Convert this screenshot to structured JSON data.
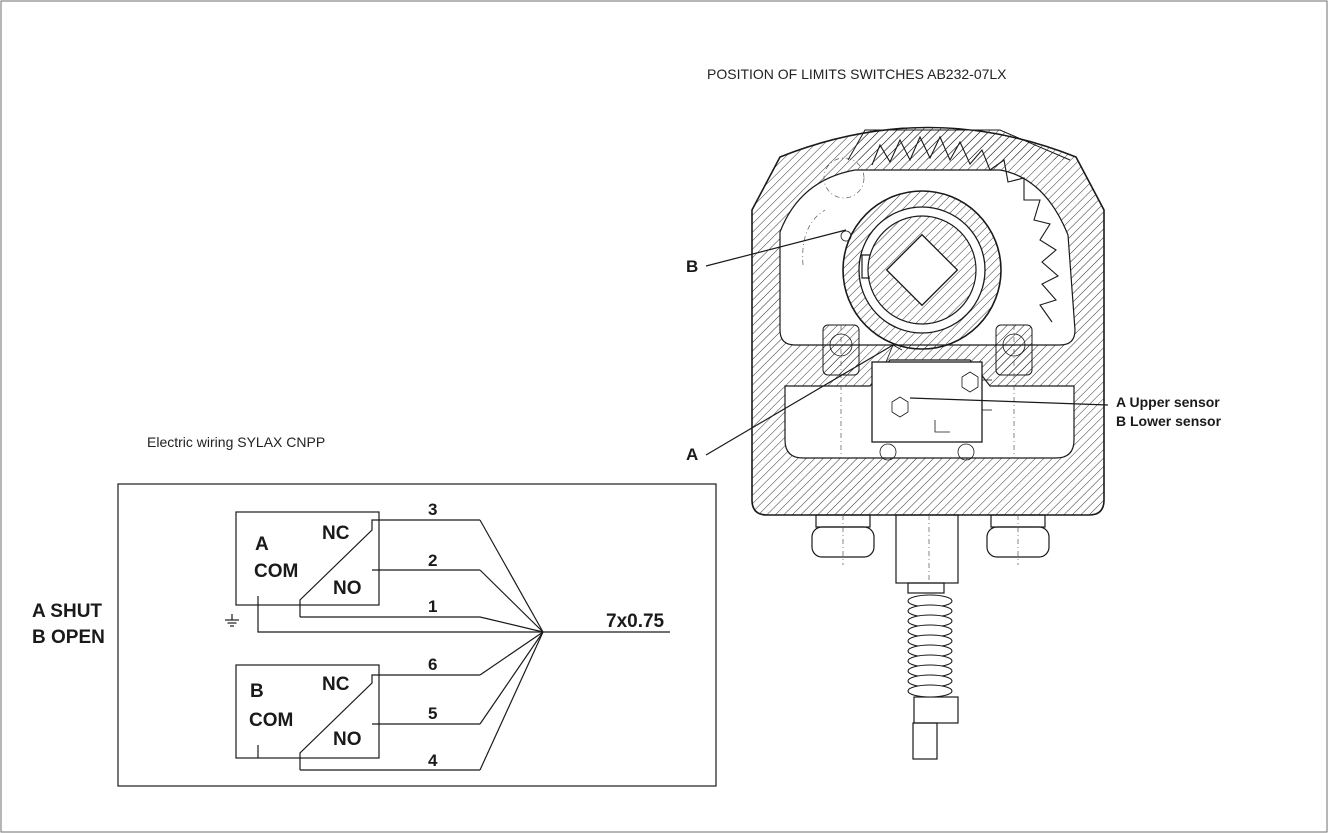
{
  "diagram": {
    "title": "POSITION OF LIMITS SWITCHES AB232-07LX",
    "wiring_caption": "Electric wiring SYLAX CNPP",
    "legend_left": [
      "A SHUT",
      "B OPEN"
    ],
    "legend_right": [
      "A Upper sensor",
      "B Lower sensor"
    ],
    "callouts": {
      "a": "A",
      "b": "B"
    },
    "switch_a": {
      "id": "A",
      "com": "COM",
      "nc": "NC",
      "no": "NO",
      "wires": {
        "nc": "3",
        "no": "2",
        "com": "1"
      }
    },
    "switch_b": {
      "id": "B",
      "com": "COM",
      "nc": "NC",
      "no": "NO",
      "wires": {
        "nc": "6",
        "no": "5",
        "com": "4"
      }
    },
    "cable": "7x0.75"
  }
}
